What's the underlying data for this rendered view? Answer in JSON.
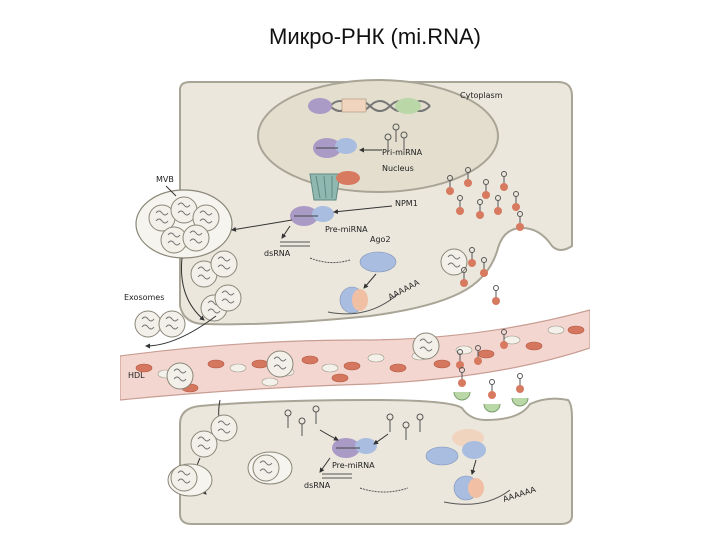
{
  "slide": {
    "title": "Микро-РНК (mi.RNA)"
  },
  "figure": {
    "labels": {
      "cytoplasm": "Cytoplasm",
      "pri_mirna": "Pri-miRNA",
      "nucleus": "Nucleus",
      "mvb": "MVB",
      "npm1": "NPM1",
      "pre_mirna_top": "Pre-miRNA",
      "dsrna_top": "dsRNA",
      "ago2": "Ago2",
      "polya_top": "AAAAAA",
      "exosomes": "Exosomes",
      "hdl": "HDL",
      "pre_mirna_bottom": "Pre-miRNA",
      "dsrna_bottom": "dsRNA",
      "polya_bottom": "AAAAAA"
    },
    "colors": {
      "cell_fill": "#ebe7dc",
      "cell_stroke": "#a9a596",
      "nucleus_fill": "#e3dece",
      "vessel_fill": "#f3d6d0",
      "rbc": "#d4775e",
      "protein_purple": "#a99bc6",
      "protein_blue": "#a9bde0",
      "protein_green": "#b9d7a7",
      "pore_teal": "#8fb8b0"
    }
  }
}
